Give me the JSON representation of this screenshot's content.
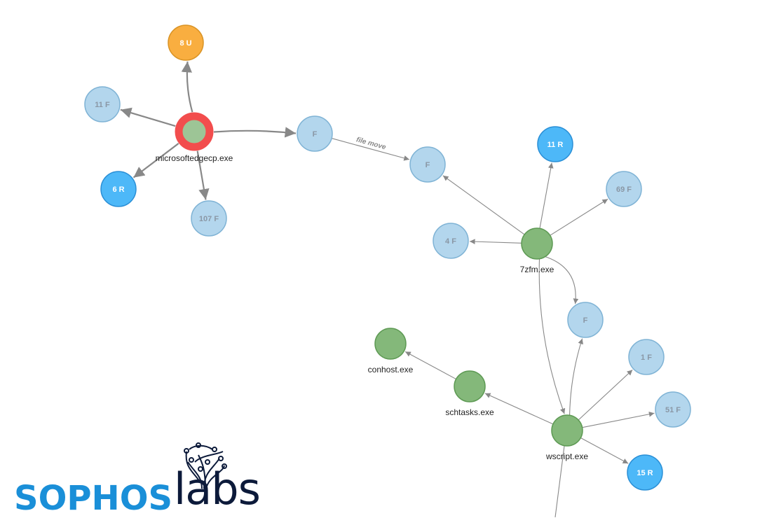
{
  "colors": {
    "file": "#b3d6ed",
    "file_stroke": "#7fb3d5",
    "registry": "#4db8f8",
    "registry_stroke": "#2a8fd6",
    "url": "#f9ae40",
    "url_stroke": "#d99325",
    "process": "#84b87a",
    "process_stroke": "#5e9a54",
    "alert_ring": "#f24d4d",
    "edge": "#888888"
  },
  "nodes": {
    "u8": {
      "label": "8 U",
      "type": "url"
    },
    "f11": {
      "label": "11 F",
      "type": "file"
    },
    "edge_proc": {
      "label": "",
      "caption": "microsoftedgecp.exe",
      "type": "process",
      "alert": true
    },
    "r6": {
      "label": "6 R",
      "type": "registry"
    },
    "f107": {
      "label": "107 F",
      "type": "file"
    },
    "fa": {
      "label": "F",
      "type": "file"
    },
    "fb": {
      "label": "F",
      "type": "file"
    },
    "r11": {
      "label": "11 R",
      "type": "registry"
    },
    "f69": {
      "label": "69 F",
      "type": "file"
    },
    "f4": {
      "label": "4 F",
      "type": "file"
    },
    "p7zfm": {
      "label": "",
      "caption": "7zfm.exe",
      "type": "process"
    },
    "fc": {
      "label": "F",
      "type": "file"
    },
    "conhost": {
      "label": "",
      "caption": "conhost.exe",
      "type": "process"
    },
    "schtasks": {
      "label": "",
      "caption": "schtasks.exe",
      "type": "process"
    },
    "wscript": {
      "label": "",
      "caption": "wscript.exe",
      "type": "process"
    },
    "f1": {
      "label": "1 F",
      "type": "file"
    },
    "f51": {
      "label": "51 F",
      "type": "file"
    },
    "r15": {
      "label": "15 R",
      "type": "registry"
    }
  },
  "edges": [
    {
      "from": "edge_proc",
      "to": "u8"
    },
    {
      "from": "edge_proc",
      "to": "f11"
    },
    {
      "from": "edge_proc",
      "to": "r6"
    },
    {
      "from": "edge_proc",
      "to": "f107"
    },
    {
      "from": "edge_proc",
      "to": "fa"
    },
    {
      "from": "fa",
      "to": "fb",
      "label": "file move"
    },
    {
      "from": "p7zfm",
      "to": "fb"
    },
    {
      "from": "p7zfm",
      "to": "r11"
    },
    {
      "from": "p7zfm",
      "to": "f69"
    },
    {
      "from": "p7zfm",
      "to": "f4"
    },
    {
      "from": "p7zfm",
      "to": "fc"
    },
    {
      "from": "p7zfm",
      "to": "wscript"
    },
    {
      "from": "wscript",
      "to": "fc"
    },
    {
      "from": "wscript",
      "to": "f1"
    },
    {
      "from": "wscript",
      "to": "f51"
    },
    {
      "from": "wscript",
      "to": "r15"
    },
    {
      "from": "wscript",
      "to": "schtasks"
    },
    {
      "from": "schtasks",
      "to": "conhost"
    }
  ],
  "logo": {
    "brand": "SOPHOS",
    "suffix": "labs"
  }
}
